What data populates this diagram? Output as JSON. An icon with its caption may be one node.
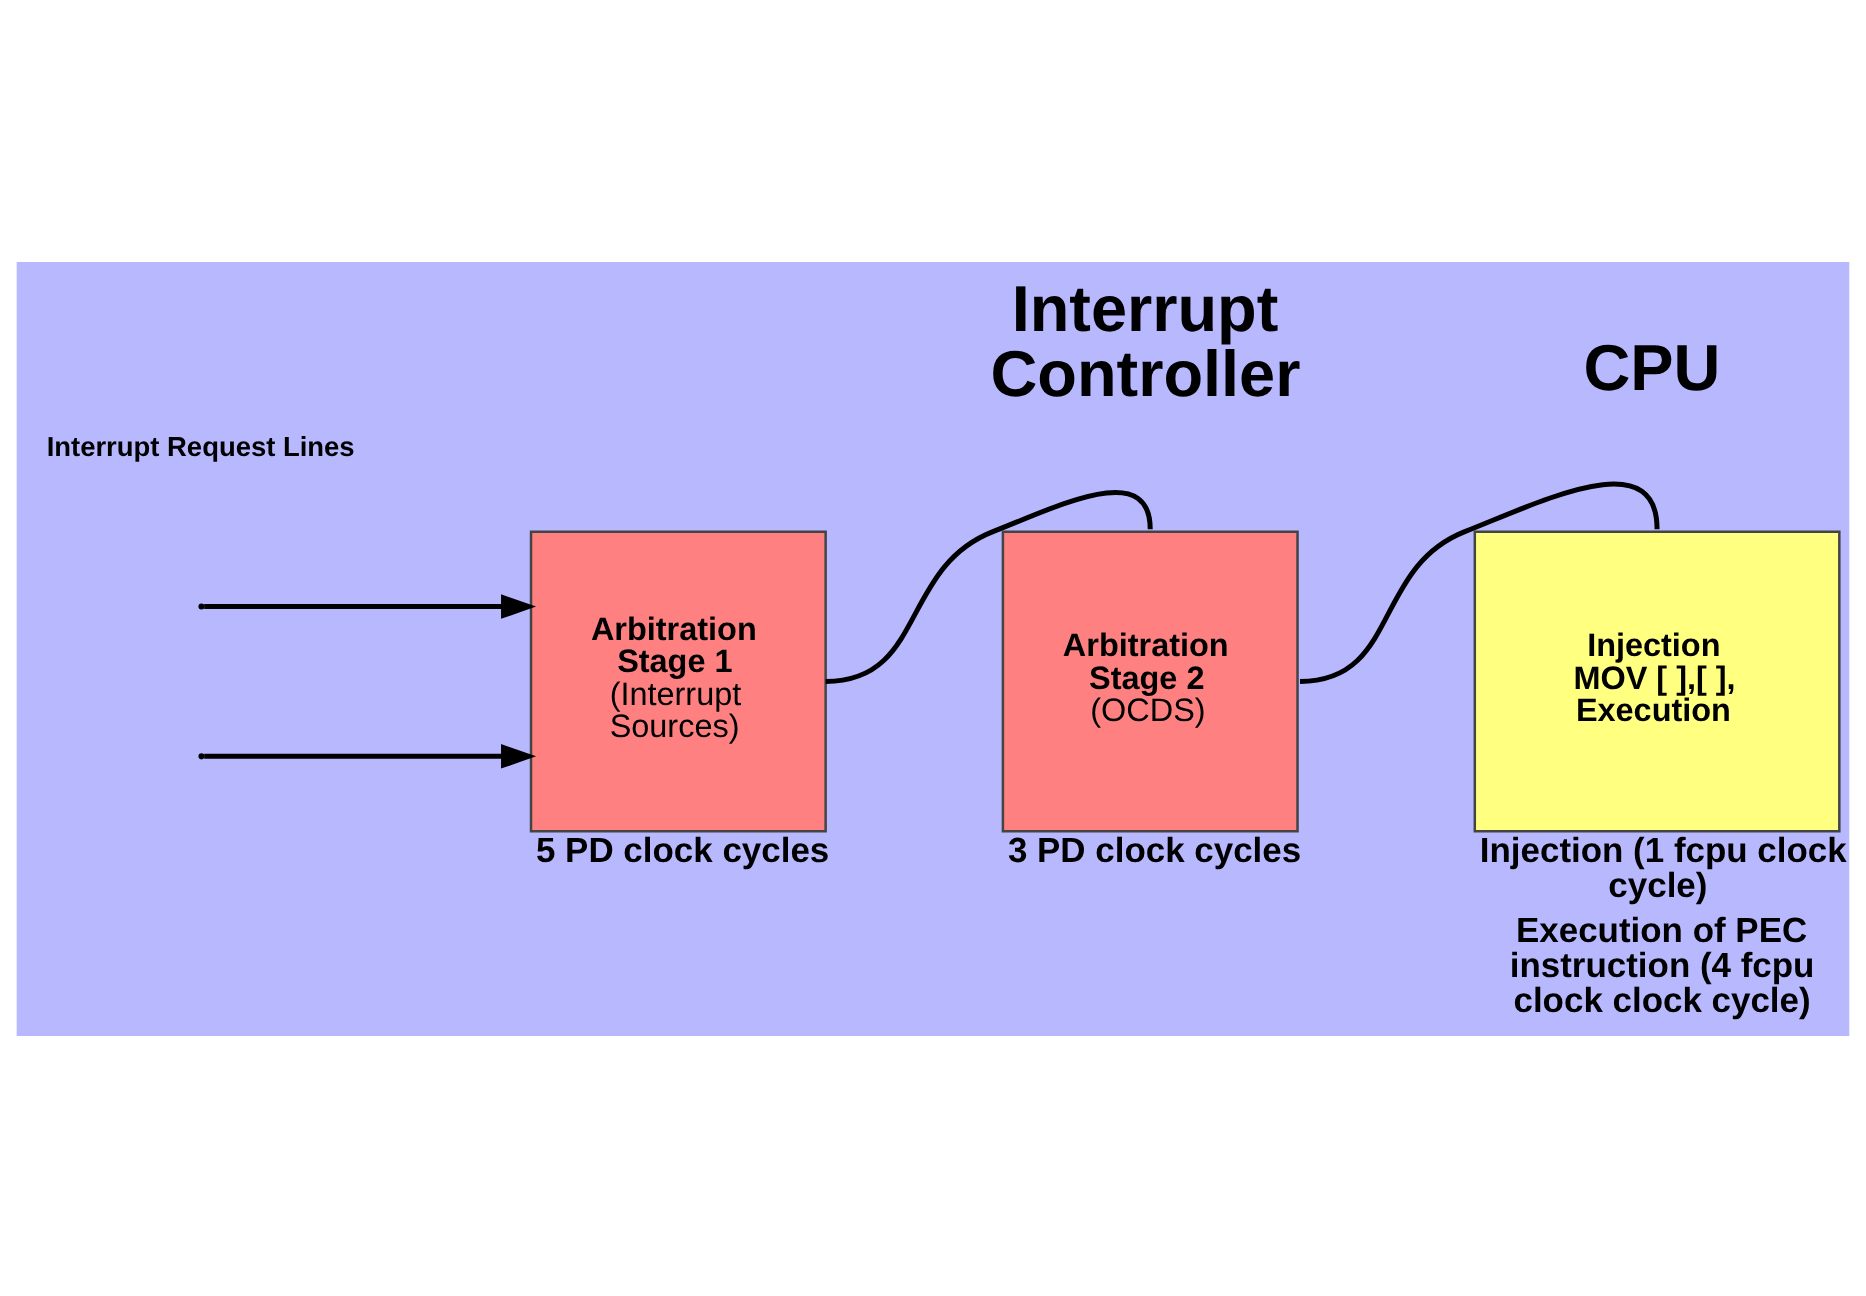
{
  "diagram": {
    "nodes": [
      {
        "text": [
          "Arbitration Stage 1",
          "(Interrupt Sources)"
        ],
        "beside": [
          "5 PD clock cycles"
        ]
      },
      {
        "text": [
          "Arbitration Stage 2",
          "(OCDS)"
        ],
        "beside": [
          "3 PD clock cycles"
        ]
      },
      {
        "text": [
          "Injection MOV [ ],[ ], Execution"
        ],
        "beside": [
          "Injection (1 fcpu clock cycle)",
          "Execution of PEC instruction (4 fcpu clock clock cycle)"
        ]
      }
    ],
    "edges": [
      {
        "from": null,
        "to": 0,
        "arrow": "to"
      },
      {
        "from": null,
        "to": 0,
        "arrow": "to"
      },
      {
        "from": 0,
        "to": 1,
        "arrow": "none"
      },
      {
        "from": 1,
        "to": 2,
        "arrow": "none"
      }
    ],
    "labels": [
      "Interrupt Controller",
      "CPU",
      "Interrupt Request Lines"
    ]
  }
}
